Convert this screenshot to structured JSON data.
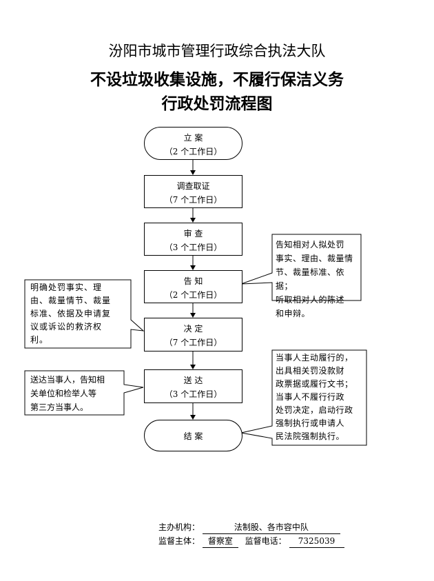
{
  "header": {
    "line1": "汾阳市城市管理行政综合执法大队",
    "line2": "不设垃圾收集设施，不履行保洁义务",
    "line3": "行政处罚流程图"
  },
  "steps": [
    {
      "title": "立  案",
      "days": "（2 个工作日）"
    },
    {
      "title": "调查取证",
      "days": "（7 个工作日）"
    },
    {
      "title": "审  查",
      "days": "（3 个工作日）"
    },
    {
      "title": "告  知",
      "days": "（2 个工作日）"
    },
    {
      "title": "决  定",
      "days": "（7 个工作日）"
    },
    {
      "title": "送  达",
      "days": "（3 个工作日）"
    },
    {
      "title": "结  案",
      "days": ""
    }
  ],
  "notes": {
    "notify_right": [
      "告知相对人拟处罚",
      "事实、理由、裁量情",
      "节、裁量标准、依据；",
      "听取相对人的陈述",
      "和申辩。"
    ],
    "decide_left": [
      "明确处罚事实、理",
      "由、裁量情节、裁量",
      "标准、依据及申请复",
      "议或诉讼的救济权",
      "利。"
    ],
    "serve_left": [
      "送达当事人，告知相",
      "关单位和检举人等",
      "第三方当事人。"
    ],
    "close_right": [
      "当事人主动履行的，",
      "出具相关罚没款财",
      "政票据或履行文书；",
      "当事人不履行行政",
      "处罚决定，启动行政",
      "强制执行或申请人",
      "民法院强制执行。"
    ]
  },
  "footer": {
    "organizer_label": "主办机构：",
    "organizer_value": "法制股、各市容中队",
    "supervisor_label": "监督主体：",
    "supervisor_value": "督察室",
    "phone_label": "监督电话：",
    "phone_value": "7325039"
  }
}
